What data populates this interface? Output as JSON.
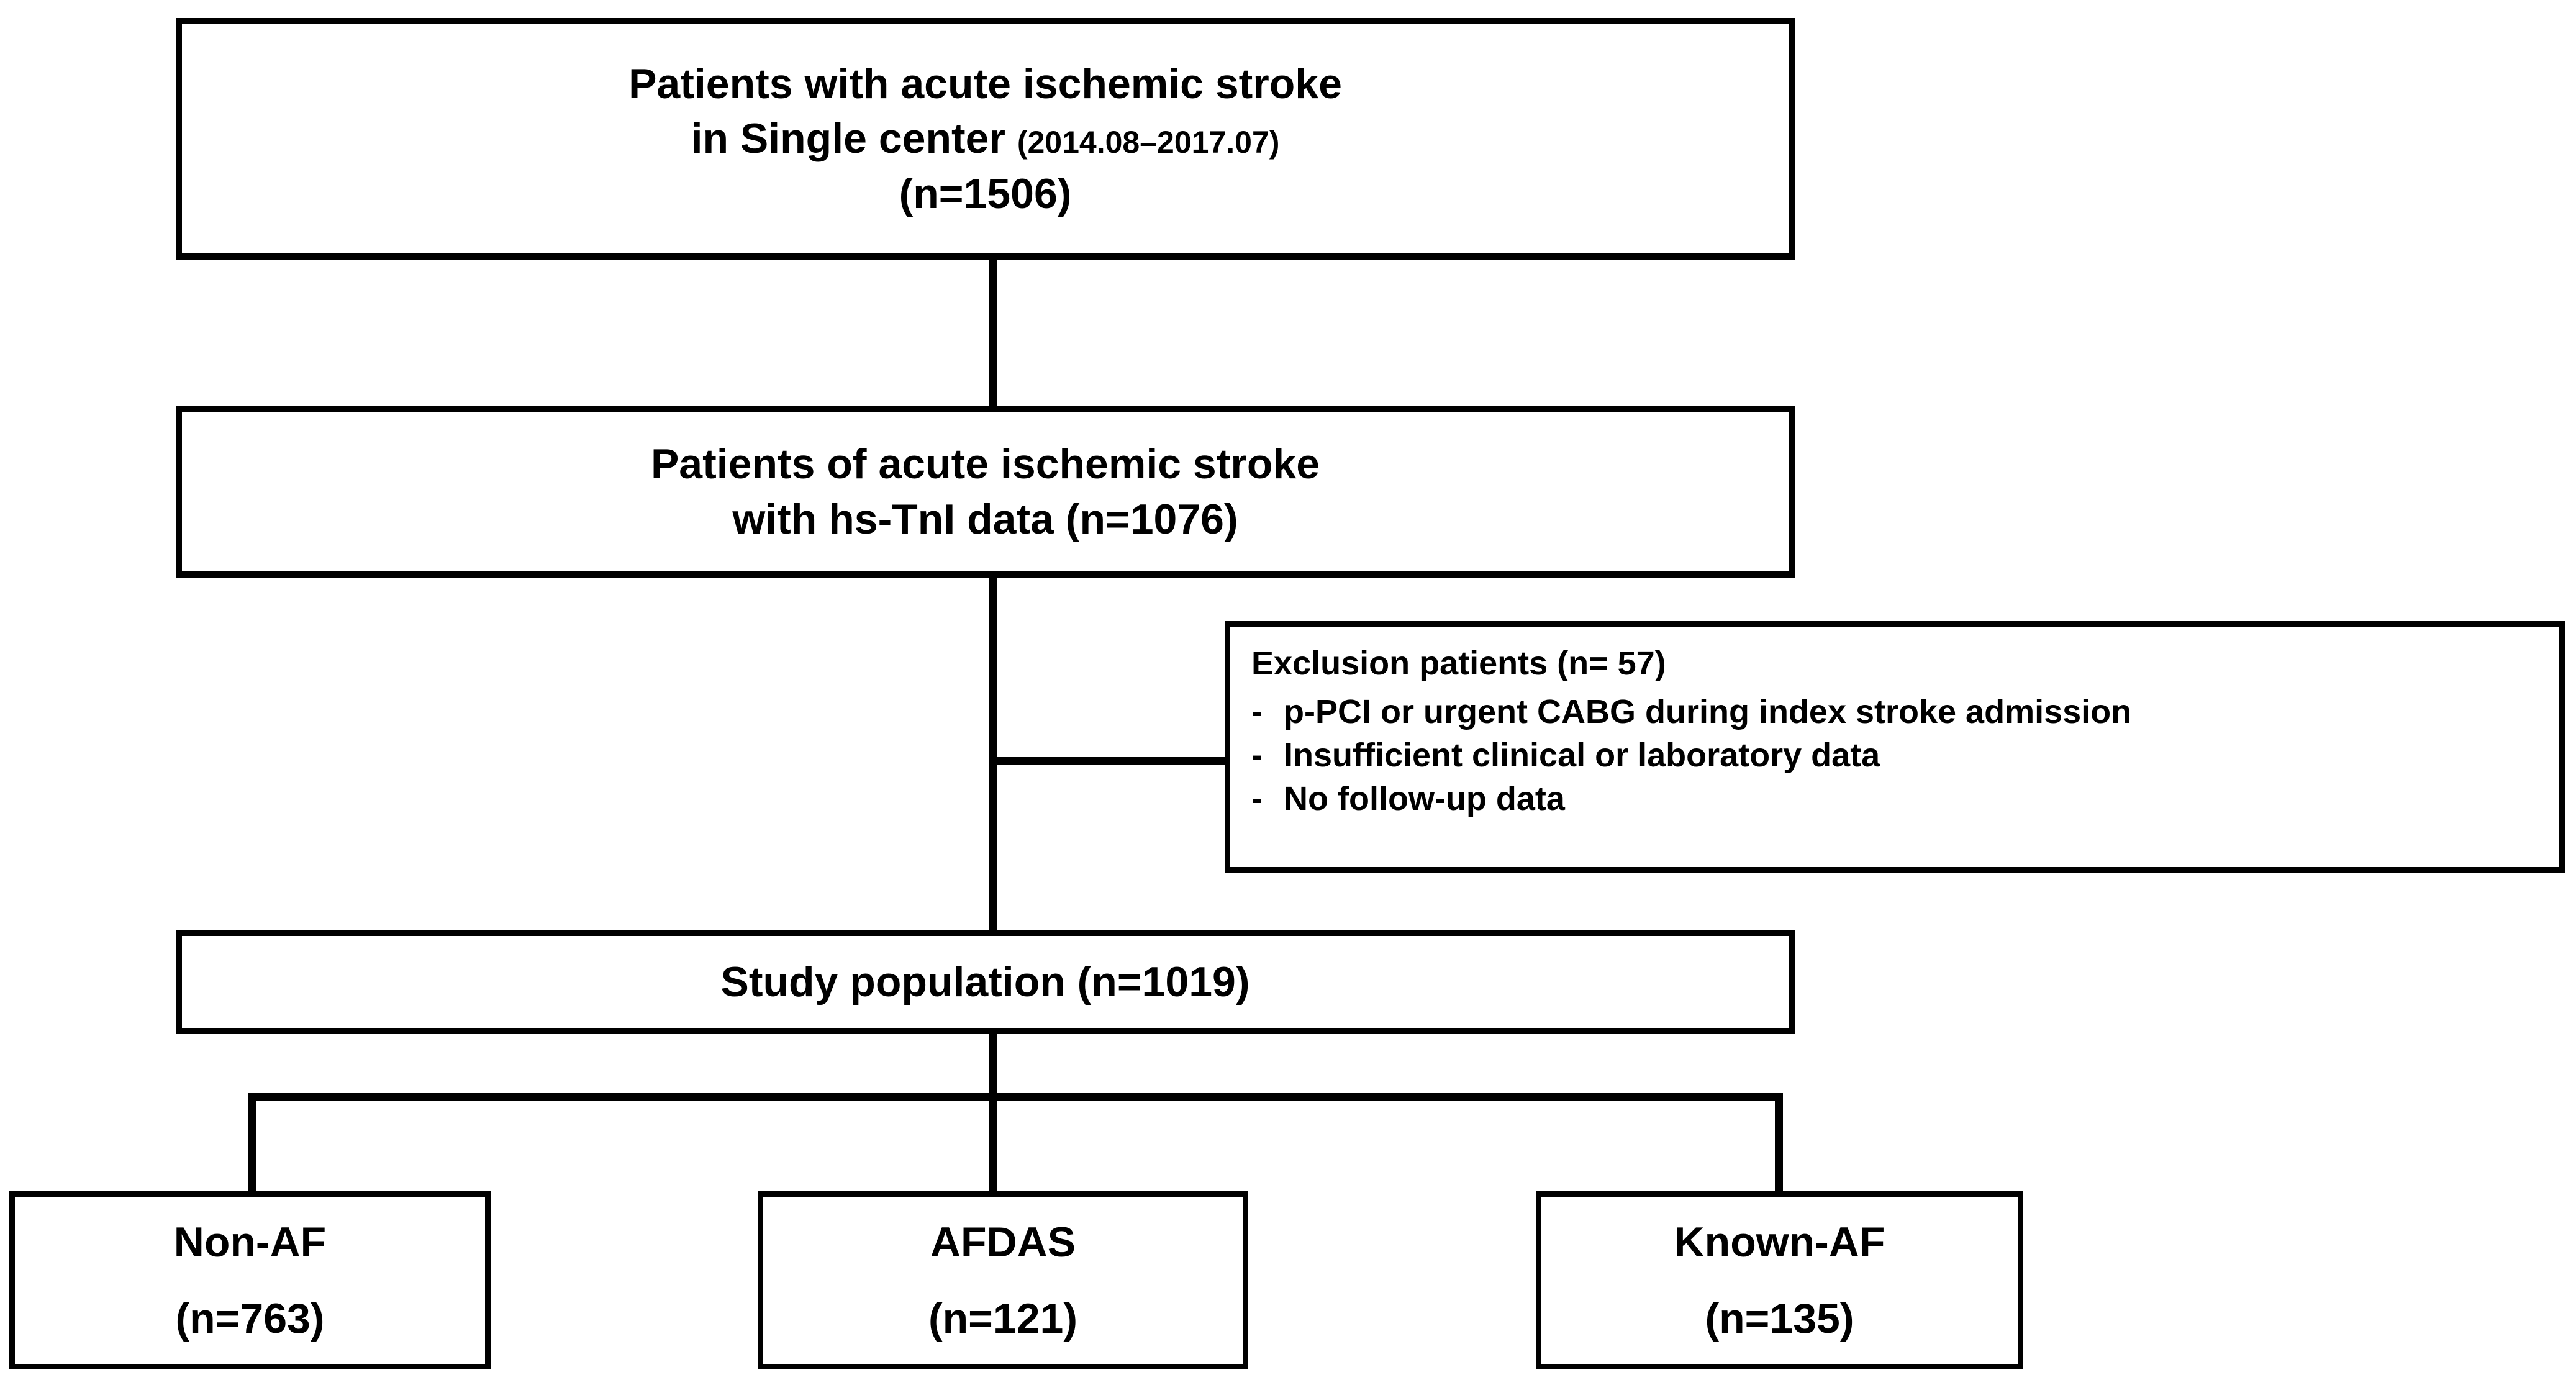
{
  "figure": {
    "type": "flowchart",
    "title": "Patient selection flow diagram"
  },
  "nodes": {
    "enrolled": {
      "line1": "Patients with acute ischemic stroke",
      "line2a": "in Single center ",
      "line2b": "(2014.08–2017.07)",
      "line3": "(n=1506)"
    },
    "troponin": {
      "line1": "Patients of acute ischemic stroke",
      "line2": "with hs-TnI data (n=1076)"
    },
    "exclusion": {
      "title": "Exclusion patients (n= 57)",
      "bullet_marker": "-",
      "items": [
        "p-PCI or urgent CABG during index stroke admission",
        "Insufficient clinical or laboratory data",
        "No follow-up data"
      ]
    },
    "study": {
      "line1": "Study population (n=1019)"
    },
    "nonaf": {
      "line1": "Non-AF",
      "line2": "(n=763)"
    },
    "afdas": {
      "line1": "AFDAS",
      "line2": "(n=121)"
    },
    "knownaf": {
      "line1": "Known-AF",
      "line2": "(n=135)"
    }
  },
  "counts": {
    "enrolled": 1506,
    "with_hs_tnI": 1076,
    "excluded": 57,
    "study_population": 1019,
    "non_af": 763,
    "afdas": 121,
    "known_af": 135
  },
  "colors": {
    "stroke": "#000000",
    "background": "#ffffff",
    "text": "#000000"
  }
}
